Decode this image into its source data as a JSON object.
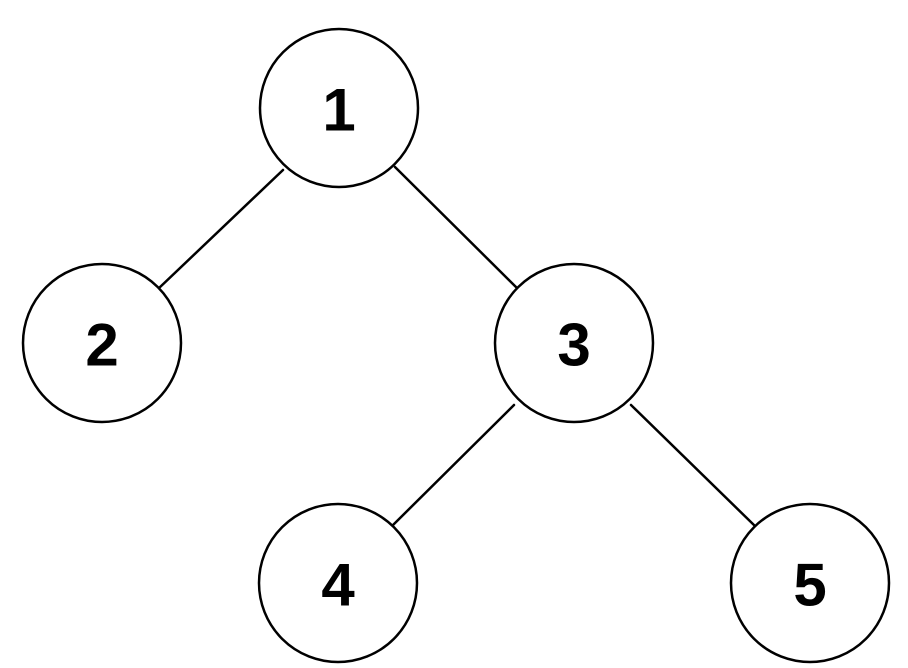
{
  "tree": {
    "nodes": [
      {
        "id": "n1",
        "label": "1"
      },
      {
        "id": "n2",
        "label": "2"
      },
      {
        "id": "n3",
        "label": "3"
      },
      {
        "id": "n4",
        "label": "4"
      },
      {
        "id": "n5",
        "label": "5"
      }
    ],
    "edges": [
      {
        "from": "n1",
        "to": "n2"
      },
      {
        "from": "n1",
        "to": "n3"
      },
      {
        "from": "n3",
        "to": "n4"
      },
      {
        "from": "n3",
        "to": "n5"
      }
    ]
  }
}
